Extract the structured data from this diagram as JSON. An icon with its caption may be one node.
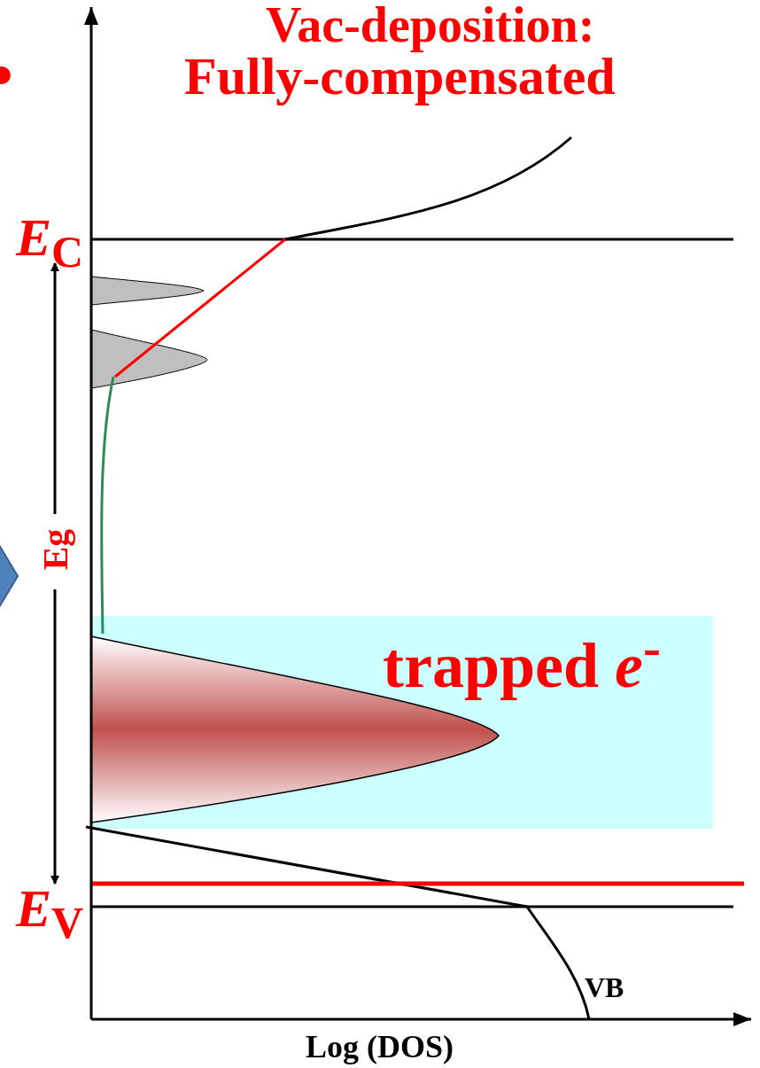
{
  "diagram": {
    "nodes": [
      {
        "text": [
          "trapped *e*$^{-}$"
        ]
      }
    ],
    "labels": [
      "Vac-deposition:",
      "Fully-compensated",
      "*E*$_{C}$",
      "Eg",
      "*E*$_{V}$",
      "VB",
      "Log (DOS)"
    ]
  }
}
